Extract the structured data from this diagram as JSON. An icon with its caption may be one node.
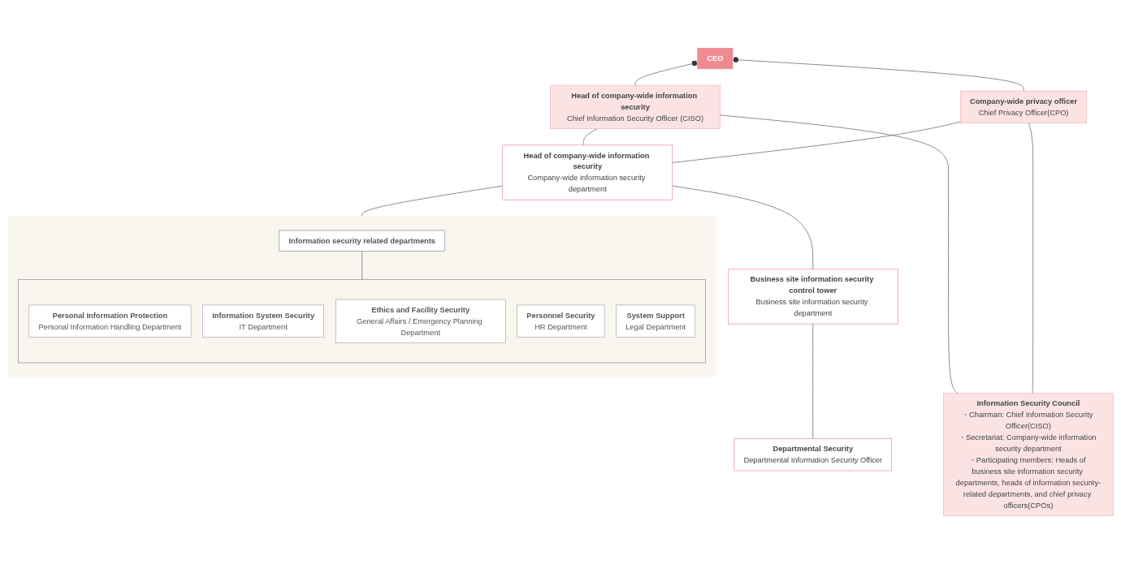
{
  "diagram": {
    "nodes": [
      {
        "text": [
          "CEO"
        ]
      },
      {
        "text": [
          "Head of company-wide information security",
          "Chief Information Security Officer (CISO)"
        ]
      },
      {
        "text": [
          "Company-wide privacy officer",
          "Chief Privacy Officer(CPO)"
        ]
      },
      {
        "text": [
          "Information Security Council",
          "・Chairman: Chief Information Security Officer(CISO)",
          "・Secretariat: Company-wide information security department",
          "・Participating members: Heads of business site information security departments, heads of information security-related departments, and chief privacy officers(CPOs)"
        ]
      },
      {
        "text": [
          "Head of company-wide information security",
          "Company-wide information security department"
        ]
      },
      {
        "text": [
          "Business site information security control tower",
          "Business site information security department"
        ]
      },
      {
        "text": [
          "Departmental Security",
          "Departmental Information Security Officer"
        ]
      },
      {
        "text": [],
        "shape": "box"
      },
      {
        "text": [
          "Information security related departments"
        ],
        "in": 7
      },
      {
        "text": [],
        "shape": "box",
        "in": 7
      },
      {
        "text": [
          "Personal Information Protection",
          "Personal Information Handling Department"
        ],
        "in": 9
      },
      {
        "text": [
          "Information System Security",
          "IT Department"
        ],
        "in": 9
      },
      {
        "text": [
          "Ethics and Facility Security",
          "General Affairs / Emergency Planning Department"
        ],
        "in": 9
      },
      {
        "text": [
          "Personnel Security",
          "HR Department"
        ],
        "in": 9
      },
      {
        "text": [
          "System Support",
          "Legal Department"
        ],
        "in": 9
      }
    ],
    "edges": [
      {
        "from": 0,
        "to": 1,
        "arrow": "other"
      },
      {
        "from": 0,
        "to": 2,
        "arrow": "other"
      },
      {
        "from": 1,
        "to": 4,
        "arrow": "none"
      },
      {
        "from": 2,
        "to": 4,
        "arrow": "none"
      },
      {
        "from": 1,
        "to": 3,
        "arrow": "none"
      },
      {
        "from": 2,
        "to": 3,
        "arrow": "none"
      },
      {
        "from": 4,
        "to": 5,
        "arrow": "none"
      },
      {
        "from": 4,
        "to": 7,
        "arrow": "none"
      },
      {
        "from": 5,
        "to": 6,
        "arrow": "none"
      },
      {
        "from": 8,
        "to": 9,
        "arrow": "none"
      }
    ]
  }
}
